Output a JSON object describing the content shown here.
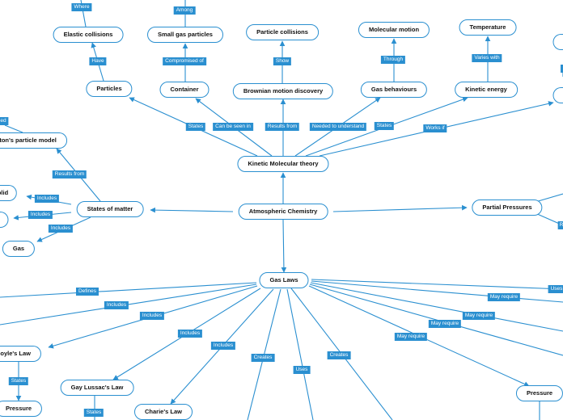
{
  "nodes": {
    "elastic_collisions": "Elastic collisions",
    "small_gas_particles": "Small gas particles",
    "particle_collisions": "Particle collisions",
    "molecular_motion": "Molecular motion",
    "temperature": "Temperature",
    "particles": "Particles",
    "container": "Container",
    "brownian_motion": "Brownian motion discovery",
    "gas_behaviours": "Gas behaviours",
    "kinetic_energy": "Kinetic energy",
    "kinetic_molecular_theory": "Kinetic Molecular theory",
    "daltons_model": "alton's particle model",
    "solid": "olid",
    "states_of_matter": "States of matter",
    "atmospheric_chemistry": "Atmospheric Chemistry",
    "partial_pressures": "Partial Pressures",
    "gas": "Gas",
    "gas_laws": "Gas Laws",
    "boyles_law": "Boyle's Law",
    "pressure_left": "Pressure",
    "gay_lussacs_law": "Gay Lussac's Law",
    "charles_law": "Charie's Law",
    "pressure_right": "Pressure"
  },
  "links": {
    "where": "Where",
    "among": "Among",
    "have": "Have",
    "compromised_of": "Compromised of",
    "show": "Show",
    "through": "Through",
    "varies_with": "Varies with",
    "states_1": "States",
    "can_be_seen_in": "Can be seen in",
    "results_from_1": "Results from",
    "needed_to_understand": "Needed to understand",
    "states_2": "States",
    "works_if": "Works if",
    "ed_partial": "ed",
    "results_from_2": "Results from",
    "includes_1": "Includes",
    "includes_2": "Includes",
    "includes_3": "Includes",
    "defines": "Defines",
    "includes_4": "Includes",
    "includes_5": "Includes",
    "includes_6": "Includes",
    "includes_7": "Includes",
    "creates_1": "Creates",
    "uses": "Uses",
    "creates_2": "Creates",
    "may_require_1": "May require",
    "may_require_2": "May require",
    "may_require_3": "May require",
    "may_require_4": "May require",
    "uses_partial": "Uses",
    "states_3": "States",
    "states_4": "States",
    "r_partial": "R"
  }
}
